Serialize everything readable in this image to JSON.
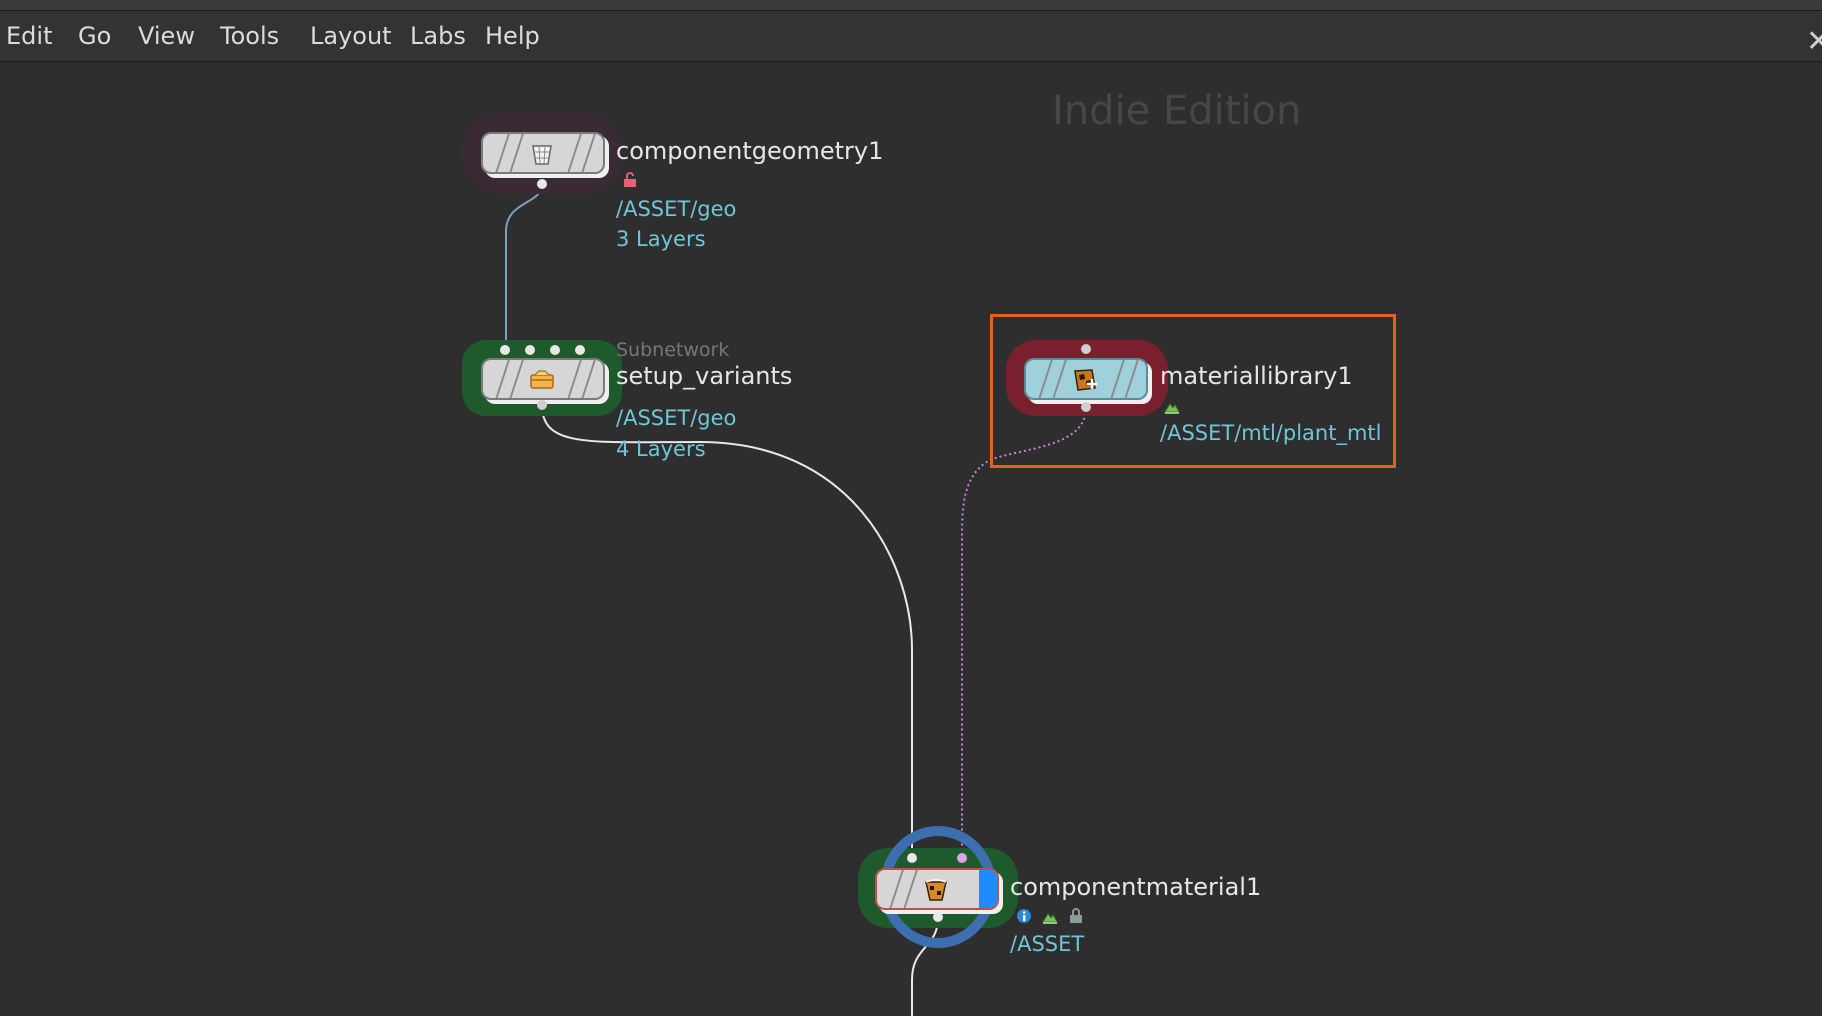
{
  "menu": [
    "Edit",
    "Go",
    "View",
    "Tools",
    "Layout",
    "Labs",
    "Help"
  ],
  "watermark": "Indie Edition",
  "nodes": {
    "componentgeometry": {
      "name": "componentgeometry1",
      "path": "/ASSET/geo",
      "info": "3 Layers"
    },
    "setup_variants": {
      "type": "Subnetwork",
      "name": "setup_variants",
      "path": "/ASSET/geo",
      "info": "4 Layers"
    },
    "materiallibrary": {
      "name": "materiallibrary1",
      "path": "/ASSET/mtl/plant_mtl"
    },
    "componentmaterial": {
      "name": "componentmaterial1",
      "path": "/ASSET"
    }
  },
  "colors": {
    "background": "#2e2e2e",
    "selection": "#e5621b",
    "path_text": "#6fc6d8",
    "green_halo": "#1f5a2c",
    "red_halo": "#7a1f2e",
    "blue_ring": "#3d6fb0"
  },
  "icons": [
    "lock-open-icon",
    "info-icon",
    "landscape-icon",
    "lock-icon",
    "close-icon"
  ]
}
